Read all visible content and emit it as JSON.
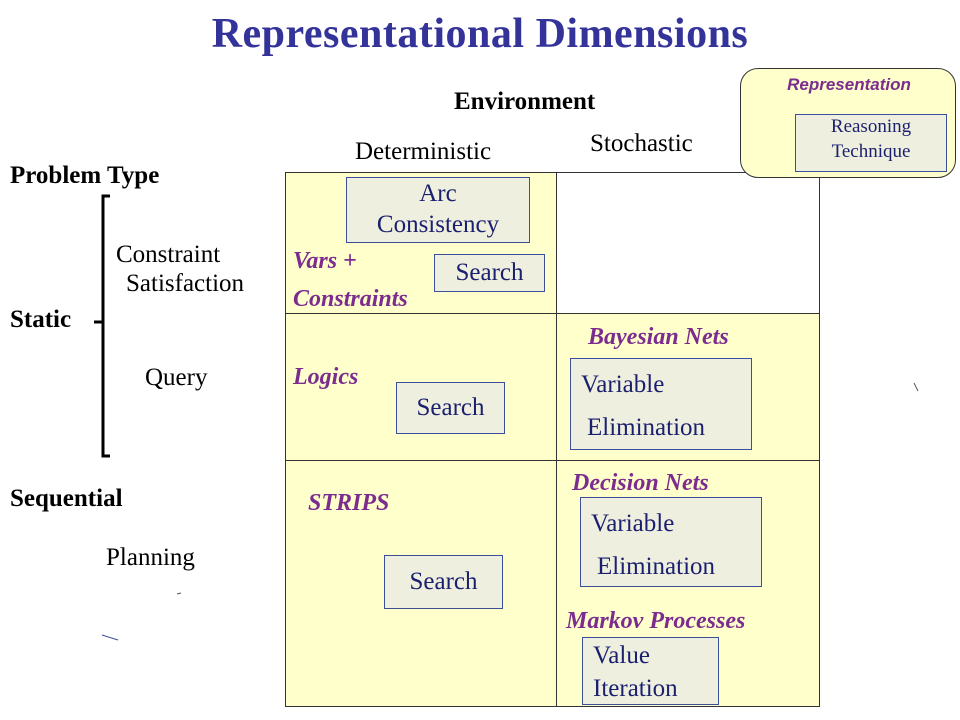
{
  "title": "Representational Dimensions",
  "environment": {
    "label": "Environment",
    "deterministic": "Deterministic",
    "stochastic": "Stochastic"
  },
  "problem_type": {
    "label": "Problem Type",
    "static": "Static",
    "constraint_line1": "Constraint",
    "constraint_line2": "Satisfaction",
    "query": "Query",
    "sequential": "Sequential",
    "planning": "Planning"
  },
  "cells": {
    "csp": {
      "representation_line1": "Vars +",
      "representation_line2": "Constraints",
      "technique1_line1": "Arc",
      "technique1_line2": "Consistency",
      "technique2": "Search"
    },
    "logics": {
      "representation": "Logics",
      "technique": "Search"
    },
    "bayes": {
      "representation": "Bayesian Nets",
      "technique_line1": "Variable",
      "technique_line2": "Elimination"
    },
    "strips": {
      "representation": "STRIPS",
      "technique": "Search"
    },
    "decision": {
      "representation": "Decision Nets",
      "technique_line1": "Variable",
      "technique_line2": "Elimination"
    },
    "markov": {
      "representation": "Markov Processes",
      "technique_line1": "Value",
      "technique_line2": "Iteration"
    }
  },
  "legend": {
    "title": "Representation",
    "box_line1": "Reasoning",
    "box_line2": "Technique"
  },
  "colors": {
    "title": "#333399",
    "representation": "#7b2c8e",
    "cell_fill": "#ffffcc",
    "technique_fill": "#efefe0",
    "technique_border": "#3b4f9a"
  }
}
